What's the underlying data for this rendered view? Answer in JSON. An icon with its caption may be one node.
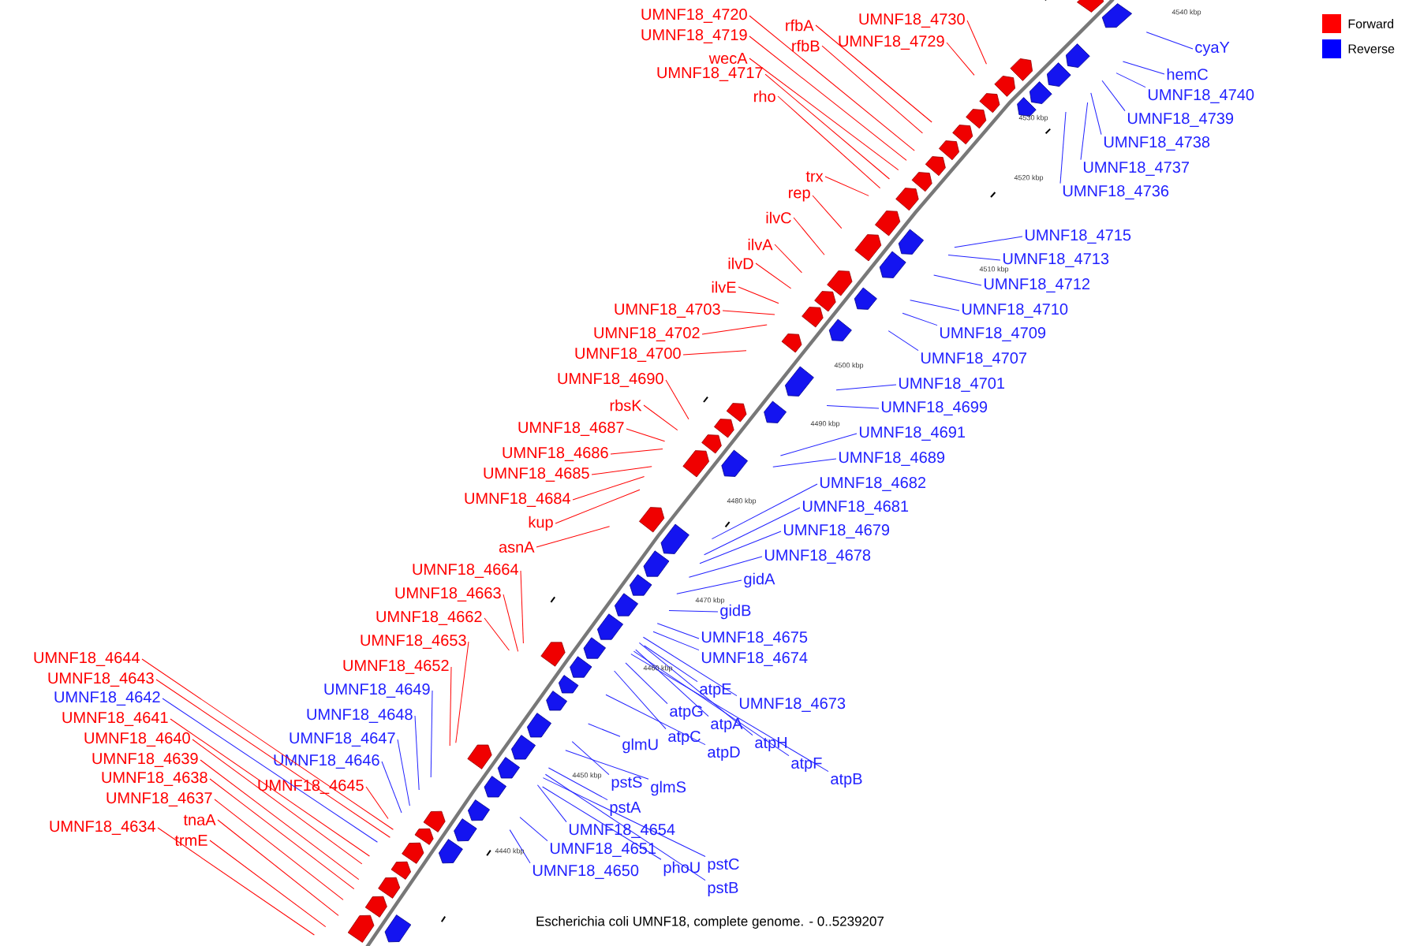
{
  "diagram": {
    "caption": "Escherichia coli UMNF18, complete genome. - 0..5239207",
    "nodes": [
      {
        "text": [
          "UMNF18_4720"
        ]
      },
      {
        "text": [
          "rfbA"
        ]
      },
      {
        "text": [
          "UMNF18_4730"
        ]
      },
      {
        "text": [
          "UMNF18_4719"
        ]
      },
      {
        "text": [
          "rfbB"
        ]
      },
      {
        "text": [
          "UMNF18_4729"
        ]
      },
      {
        "text": [
          "cyaY"
        ]
      },
      {
        "text": [
          "wecA"
        ]
      },
      {
        "text": [
          "hemC"
        ]
      },
      {
        "text": [
          "UMNF18_4717"
        ]
      },
      {
        "text": [
          "UMNF18_4740"
        ]
      },
      {
        "text": [
          "rho"
        ]
      },
      {
        "text": [
          "UMNF18_4739"
        ]
      },
      {
        "text": [
          "UMNF18_4738"
        ]
      },
      {
        "text": [
          "UMNF18_4737"
        ]
      },
      {
        "text": [
          "trx"
        ]
      },
      {
        "text": [
          "UMNF18_4736"
        ]
      },
      {
        "text": [
          "rep"
        ]
      },
      {
        "text": [
          "ilvC"
        ]
      },
      {
        "text": [
          "UMNF18_4715"
        ]
      },
      {
        "text": [
          "ilvA"
        ]
      },
      {
        "text": [
          "UMNF18_4713"
        ]
      },
      {
        "text": [
          "ilvD"
        ]
      },
      {
        "text": [
          "UMNF18_4712"
        ]
      },
      {
        "text": [
          "ilvE"
        ]
      },
      {
        "text": [
          "UMNF18_4710"
        ]
      },
      {
        "text": [
          "UMNF18_4703"
        ]
      },
      {
        "text": [
          "UMNF18_4709"
        ]
      },
      {
        "text": [
          "UMNF18_4702"
        ]
      },
      {
        "text": [
          "UMNF18_4700"
        ]
      },
      {
        "text": [
          "UMNF18_4707"
        ]
      },
      {
        "text": [
          "UMNF18_4690"
        ]
      },
      {
        "text": [
          "UMNF18_4701"
        ]
      },
      {
        "text": [
          "rbsK"
        ]
      },
      {
        "text": [
          "UMNF18_4699"
        ]
      },
      {
        "text": [
          "UMNF18_4687"
        ]
      },
      {
        "text": [
          "UMNF18_4691"
        ]
      },
      {
        "text": [
          "UMNF18_4686"
        ]
      },
      {
        "text": [
          "UMNF18_4689"
        ]
      },
      {
        "text": [
          "UMNF18_4685"
        ]
      },
      {
        "text": [
          "UMNF18_4682"
        ]
      },
      {
        "text": [
          "UMNF18_4684"
        ]
      },
      {
        "text": [
          "UMNF18_4681"
        ]
      },
      {
        "text": [
          "kup"
        ]
      },
      {
        "text": [
          "UMNF18_4679"
        ]
      },
      {
        "text": [
          "asnA"
        ]
      },
      {
        "text": [
          "UMNF18_4678"
        ]
      },
      {
        "text": [
          "UMNF18_4664"
        ]
      },
      {
        "text": [
          "gidA"
        ]
      },
      {
        "text": [
          "UMNF18_4663"
        ]
      },
      {
        "text": [
          "gidB"
        ]
      },
      {
        "text": [
          "UMNF18_4662"
        ]
      },
      {
        "text": [
          "UMNF18_4675"
        ]
      },
      {
        "text": [
          "UMNF18_4653"
        ]
      },
      {
        "text": [
          "UMNF18_4674"
        ]
      },
      {
        "text": [
          "UMNF18_4644"
        ]
      },
      {
        "text": [
          "UMNF18_4652"
        ]
      },
      {
        "text": [
          "UMNF18_4643"
        ]
      },
      {
        "text": [
          "atpE"
        ]
      },
      {
        "text": [
          "UMNF18_4649"
        ]
      },
      {
        "text": [
          "UMNF18_4642"
        ]
      },
      {
        "text": [
          "UMNF18_4673"
        ]
      },
      {
        "text": [
          "atpG"
        ]
      },
      {
        "text": [
          "UMNF18_4648"
        ]
      },
      {
        "text": [
          "UMNF18_4641"
        ]
      },
      {
        "text": [
          "atpA"
        ]
      },
      {
        "text": [
          "atpC"
        ]
      },
      {
        "text": [
          "UMNF18_4647"
        ]
      },
      {
        "text": [
          "UMNF18_4640"
        ]
      },
      {
        "text": [
          "atpH"
        ]
      },
      {
        "text": [
          "glmU"
        ]
      },
      {
        "text": [
          "atpD"
        ]
      },
      {
        "text": [
          "UMNF18_4639"
        ]
      },
      {
        "text": [
          "UMNF18_4646"
        ]
      },
      {
        "text": [
          "atpF"
        ]
      },
      {
        "text": [
          "UMNF18_4638"
        ]
      },
      {
        "text": [
          "atpB"
        ]
      },
      {
        "text": [
          "pstS"
        ]
      },
      {
        "text": [
          "UMNF18_4645"
        ]
      },
      {
        "text": [
          "glmS"
        ]
      },
      {
        "text": [
          "UMNF18_4637"
        ]
      },
      {
        "text": [
          "pstA"
        ]
      },
      {
        "text": [
          "tnaA"
        ]
      },
      {
        "text": [
          "UMNF18_4634"
        ]
      },
      {
        "text": [
          "UMNF18_4654"
        ]
      },
      {
        "text": [
          "trmE"
        ]
      },
      {
        "text": [
          "UMNF18_4651"
        ]
      },
      {
        "text": [
          "pstC"
        ]
      },
      {
        "text": [
          "phoU"
        ]
      },
      {
        "text": [
          "UMNF18_4650"
        ]
      },
      {
        "text": [
          "pstB"
        ]
      }
    ],
    "edges": [
      {
        "from": 0,
        "to": null,
        "arrow": "none",
        "color": "#ff0000"
      },
      {
        "from": 1,
        "to": null,
        "arrow": "none",
        "color": "#ff0000"
      },
      {
        "from": 2,
        "to": null,
        "arrow": "none",
        "color": "#ff0000"
      },
      {
        "from": 3,
        "to": null,
        "arrow": "none",
        "color": "#ff0000"
      },
      {
        "from": 4,
        "to": null,
        "arrow": "none",
        "color": "#ff0000"
      },
      {
        "from": 5,
        "to": null,
        "arrow": "none",
        "color": "#ff0000"
      },
      {
        "from": 6,
        "to": null,
        "arrow": "none"
      },
      {
        "from": 7,
        "to": null,
        "arrow": "none",
        "color": "#ff0000"
      },
      {
        "from": 8,
        "to": null,
        "arrow": "none"
      },
      {
        "from": 9,
        "to": null,
        "arrow": "none",
        "color": "#ff0000"
      },
      {
        "from": 10,
        "to": null,
        "arrow": "none"
      },
      {
        "from": 11,
        "to": null,
        "arrow": "none",
        "color": "#ff0000"
      },
      {
        "from": 12,
        "to": null,
        "arrow": "none"
      },
      {
        "from": 13,
        "to": null,
        "arrow": "none"
      },
      {
        "from": 14,
        "to": null,
        "arrow": "none"
      },
      {
        "from": 15,
        "to": null,
        "arrow": "none",
        "color": "#ff0000"
      },
      {
        "from": 16,
        "to": null,
        "arrow": "none"
      },
      {
        "from": 17,
        "to": null,
        "arrow": "none",
        "color": "#ff0000"
      },
      {
        "from": 18,
        "to": null,
        "arrow": "none",
        "color": "#ff0000"
      },
      {
        "from": 19,
        "to": null,
        "arrow": "none"
      },
      {
        "from": 20,
        "to": null,
        "arrow": "none",
        "color": "#ff0000"
      },
      {
        "from": 21,
        "to": null,
        "arrow": "none"
      },
      {
        "from": 22,
        "to": null,
        "arrow": "none",
        "color": "#ff0000"
      },
      {
        "from": 23,
        "to": null,
        "arrow": "none"
      },
      {
        "from": 24,
        "to": null,
        "arrow": "none",
        "color": "#ff0000"
      },
      {
        "from": 25,
        "to": null,
        "arrow": "none"
      },
      {
        "from": 26,
        "to": null,
        "arrow": "none",
        "color": "#ff0000"
      },
      {
        "from": 27,
        "to": null,
        "arrow": "none"
      },
      {
        "from": 28,
        "to": null,
        "arrow": "none",
        "color": "#ff0000"
      },
      {
        "from": 29,
        "to": null,
        "arrow": "none",
        "color": "#ff0000"
      },
      {
        "from": 30,
        "to": null,
        "arrow": "none"
      },
      {
        "from": 31,
        "to": null,
        "arrow": "none",
        "color": "#ff0000"
      },
      {
        "from": 32,
        "to": null,
        "arrow": "none"
      },
      {
        "from": 33,
        "to": null,
        "arrow": "none",
        "color": "#ff0000"
      },
      {
        "from": 34,
        "to": null,
        "arrow": "none"
      },
      {
        "from": 35,
        "to": null,
        "arrow": "none",
        "color": "#ff0000"
      },
      {
        "from": 36,
        "to": null,
        "arrow": "none"
      },
      {
        "from": 37,
        "to": null,
        "arrow": "none",
        "color": "#ff0000"
      },
      {
        "from": 38,
        "to": null,
        "arrow": "none"
      },
      {
        "from": 39,
        "to": null,
        "arrow": "none",
        "color": "#ff0000"
      },
      {
        "from": 40,
        "to": null,
        "arrow": "none"
      },
      {
        "from": 41,
        "to": null,
        "arrow": "none",
        "color": "#ff0000"
      },
      {
        "from": 42,
        "to": null,
        "arrow": "none"
      },
      {
        "from": 43,
        "to": null,
        "arrow": "none",
        "color": "#ff0000"
      },
      {
        "from": 44,
        "to": null,
        "arrow": "none"
      },
      {
        "from": 45,
        "to": null,
        "arrow": "none",
        "color": "#ff0000"
      },
      {
        "from": 46,
        "to": null,
        "arrow": "none"
      },
      {
        "from": 47,
        "to": null,
        "arrow": "none",
        "color": "#ff0000"
      },
      {
        "from": 48,
        "to": null,
        "arrow": "none"
      },
      {
        "from": 49,
        "to": null,
        "arrow": "none",
        "color": "#ff0000"
      },
      {
        "from": 50,
        "to": null,
        "arrow": "none"
      },
      {
        "from": 51,
        "to": null,
        "arrow": "none",
        "color": "#ff0000"
      },
      {
        "from": 52,
        "to": null,
        "arrow": "none"
      },
      {
        "from": 53,
        "to": null,
        "arrow": "none",
        "color": "#ff0000"
      },
      {
        "from": 54,
        "to": null,
        "arrow": "none"
      },
      {
        "from": 55,
        "to": null,
        "arrow": "none",
        "color": "#ff0000"
      },
      {
        "from": 56,
        "to": null,
        "arrow": "none",
        "color": "#ff0000"
      },
      {
        "from": 57,
        "to": null,
        "arrow": "none",
        "color": "#ff0000"
      },
      {
        "from": 58,
        "to": null,
        "arrow": "none"
      },
      {
        "from": 59,
        "to": null,
        "arrow": "none"
      },
      {
        "from": 60,
        "to": null,
        "arrow": "none"
      },
      {
        "from": 61,
        "to": null,
        "arrow": "none"
      },
      {
        "from": 62,
        "to": null,
        "arrow": "none"
      },
      {
        "from": 63,
        "to": null,
        "arrow": "none"
      },
      {
        "from": 64,
        "to": null,
        "arrow": "none",
        "color": "#ff0000"
      },
      {
        "from": 65,
        "to": null,
        "arrow": "none"
      },
      {
        "from": 66,
        "to": null,
        "arrow": "none"
      },
      {
        "from": 67,
        "to": null,
        "arrow": "none"
      },
      {
        "from": 68,
        "to": null,
        "arrow": "none",
        "color": "#ff0000"
      },
      {
        "from": 69,
        "to": null,
        "arrow": "none"
      },
      {
        "from": 70,
        "to": null,
        "arrow": "none"
      },
      {
        "from": 71,
        "to": null,
        "arrow": "none"
      },
      {
        "from": 72,
        "to": null,
        "arrow": "none",
        "color": "#ff0000"
      },
      {
        "from": 73,
        "to": null,
        "arrow": "none"
      },
      {
        "from": 74,
        "to": null,
        "arrow": "none"
      },
      {
        "from": 75,
        "to": null,
        "arrow": "none",
        "color": "#ff0000"
      },
      {
        "from": 76,
        "to": null,
        "arrow": "none"
      },
      {
        "from": 77,
        "to": null,
        "arrow": "none"
      },
      {
        "from": 78,
        "to": null,
        "arrow": "none",
        "color": "#ff0000"
      },
      {
        "from": 79,
        "to": null,
        "arrow": "none"
      },
      {
        "from": 80,
        "to": null,
        "arrow": "none",
        "color": "#ff0000"
      },
      {
        "from": 81,
        "to": null,
        "arrow": "none"
      },
      {
        "from": 82,
        "to": null,
        "arrow": "none",
        "color": "#ff0000"
      },
      {
        "from": 83,
        "to": null,
        "arrow": "none",
        "color": "#ff0000"
      },
      {
        "from": 84,
        "to": null,
        "arrow": "none"
      },
      {
        "from": 85,
        "to": null,
        "arrow": "none",
        "color": "#ff0000"
      },
      {
        "from": 86,
        "to": null,
        "arrow": "none"
      },
      {
        "from": 87,
        "to": null,
        "arrow": "none"
      },
      {
        "from": 88,
        "to": null,
        "arrow": "none"
      },
      {
        "from": 89,
        "to": null,
        "arrow": "none"
      },
      {
        "from": 90,
        "to": null,
        "arrow": "none"
      }
    ],
    "labels": [
      "4540 kbp",
      "4530 kbp",
      "4520 kbp",
      "4510 kbp",
      "4500 kbp",
      "4490 kbp",
      "4480 kbp",
      "4470 kbp",
      "4460 kbp",
      "4450 kbp",
      "4440 kbp"
    ],
    "legend": [
      {
        "text": "Forward",
        "color": "#ff0000"
      },
      {
        "text": "Reverse",
        "color": "#0000ff"
      }
    ]
  }
}
